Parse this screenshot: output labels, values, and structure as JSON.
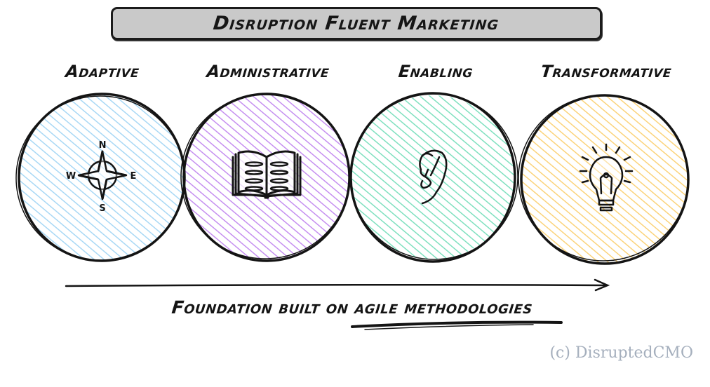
{
  "title": "Disruption Fluent Marketing",
  "stages": [
    {
      "label": "Adaptive",
      "icon": "compass-icon",
      "color": "#a8d8f5",
      "compass": {
        "n": "N",
        "e": "E",
        "s": "S",
        "w": "W"
      }
    },
    {
      "label": "Administrative",
      "icon": "open-book-icon",
      "color": "#c58ff0"
    },
    {
      "label": "Enabling",
      "icon": "ear-icon",
      "color": "#7fe0bf"
    },
    {
      "label": "Transformative",
      "icon": "lightbulb-icon",
      "color": "#fbd37a"
    }
  ],
  "arrow": {
    "direction": "right"
  },
  "caption": "Foundation built on agile methodologies",
  "watermark": "(c) DisruptedCMO",
  "colors": {
    "outline": "#141414",
    "title_bg": "#c9c9c9",
    "watermark": "#a5afbd"
  }
}
